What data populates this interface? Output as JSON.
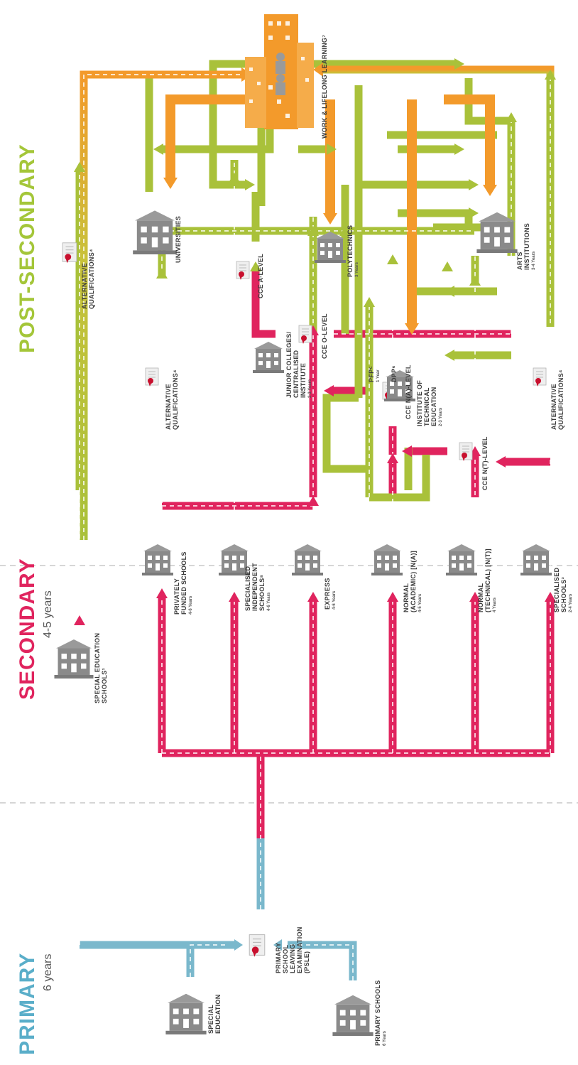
{
  "phases": {
    "primary": {
      "title": "PRIMARY",
      "years": "6 years",
      "color": "#5aaec9"
    },
    "secondary": {
      "title": "SECONDARY",
      "years": "4-5 years",
      "color": "#e0245e"
    },
    "post_secondary": {
      "title": "POST-SECONDARY",
      "years": "",
      "color": "#a4c639"
    }
  },
  "colors": {
    "primary_path": "#7ab8cc",
    "secondary_path": "#e0245e",
    "post_path": "#a9c13a",
    "work_path": "#f39a2b",
    "building": "#8a8a8a",
    "cert_red": "#c8102e"
  },
  "nodes": {
    "special_education": {
      "label": "SPECIAL\nEDUCATION",
      "sub": ""
    },
    "primary_schools": {
      "label": "PRIMARY SCHOOLS",
      "sub": "6 Years"
    },
    "psle": {
      "label": "PRIMARY\nSCHOOL\nLEAVING\nEXAMINATION\n(PSLE)",
      "sub": ""
    },
    "special_education_schools": {
      "label": "SPECIAL EDUCATION\nSCHOOLS¹",
      "sub": ""
    },
    "privately_funded": {
      "label": "PRIVATELY\nFUNDED SCHOOLS",
      "sub": "4-6 Years"
    },
    "specialised_independent": {
      "label": "SPECIALISED\nINDEPENDENT\nSCHOOLS⁸",
      "sub": "4-6 Years"
    },
    "express": {
      "label": "EXPRESS",
      "sub": "4-6 Years"
    },
    "normal_academic": {
      "label": "NORMAL\n(ACADEMIC) [N(A)]",
      "sub": "4-5 Years"
    },
    "normal_technical": {
      "label": "NORMAL\n(TECHNICAL) [N(T)]",
      "sub": "4 Years"
    },
    "specialised_schools": {
      "label": "SPECIALISED\nSCHOOLS³",
      "sub": "2-4 Years"
    },
    "cce_o_level": {
      "label": "CCE O-LEVEL",
      "sub": ""
    },
    "cce_na_level": {
      "label": "CCE N(A)-LEVEL",
      "sub": ""
    },
    "cce_nt_level": {
      "label": "CCE N(T)-LEVEL",
      "sub": ""
    },
    "alt_quals_left": {
      "label": "ALTERNATIVE\nQUALIFICATIONS⁴",
      "sub": ""
    },
    "alt_quals_mid": {
      "label": "ALTERNATIVE\nQUALIFICATIONS⁴",
      "sub": ""
    },
    "alt_quals_right": {
      "label": "ALTERNATIVE\nQUALIFICATIONS⁴",
      "sub": ""
    },
    "junior_colleges": {
      "label": "JUNIOR COLLEGES/\nCENTRALISED\nINSTITUTE",
      "sub": "2-3 Years"
    },
    "pfp": {
      "label": "PFP⁵",
      "sub": "1 Year"
    },
    "dpp": {
      "label": "DPP⁶",
      "sub": ""
    },
    "ite": {
      "label": "INSTITUTE OF\nTECHNICAL\nEDUCATION",
      "sub": "2-3 Years"
    },
    "universities": {
      "label": "UNIVERSITIES",
      "sub": ""
    },
    "cce_a_level": {
      "label": "CCE A-LEVEL",
      "sub": ""
    },
    "polytechnics": {
      "label": "POLYTECHNICS",
      "sub": "3 Years"
    },
    "arts_institutions": {
      "label": "ARTS\nINSTITUTIONS",
      "sub": "3-4 Years"
    },
    "work_lifelong": {
      "label": "WORK & LIFELONG LEARNING⁷",
      "sub": ""
    }
  }
}
